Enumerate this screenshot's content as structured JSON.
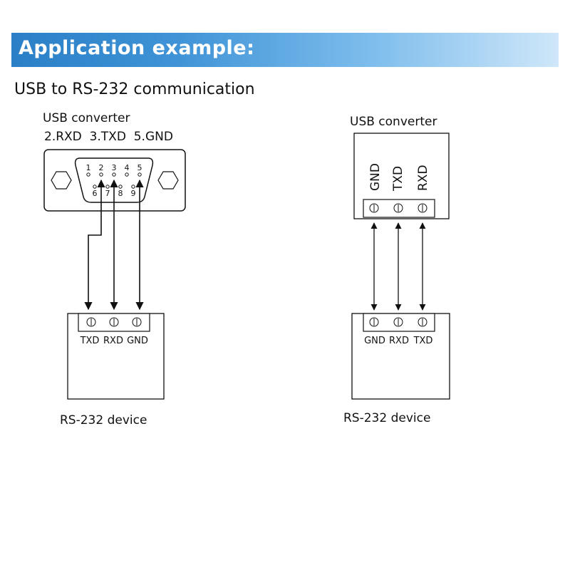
{
  "header": {
    "title": "Application example:"
  },
  "subtitle": "USB to RS-232 communication",
  "left": {
    "converter_label": "USB converter",
    "pin_legend": "2.RXD  3.TXD  5.GND",
    "pin_top_numbers": [
      "1",
      "2",
      "3",
      "4",
      "5"
    ],
    "pin_bottom_numbers": [
      "6",
      "7",
      "8",
      "9"
    ],
    "terminal_labels": [
      "TXD",
      "RXD",
      "GND"
    ],
    "device_label": "RS-232 device"
  },
  "right": {
    "converter_label": "USB converter",
    "converter_terminal_labels": [
      "GND",
      "TXD",
      "RXD"
    ],
    "device_terminal_labels": [
      "GND",
      "RXD",
      "TXD"
    ],
    "device_label": "RS-232 device"
  },
  "colors": {
    "banner_start": "#2a7fc6",
    "banner_end": "#cfe7f9",
    "line": "#111111"
  }
}
